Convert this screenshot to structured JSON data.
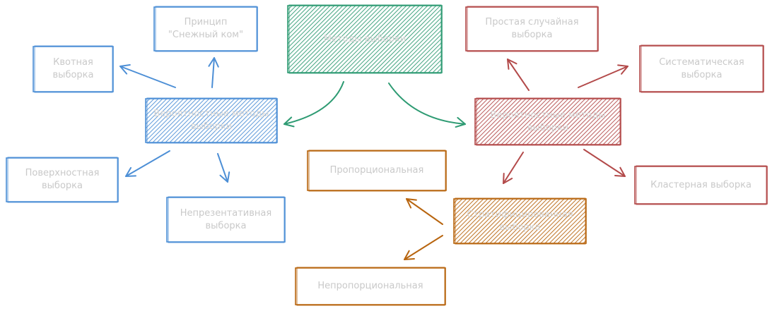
{
  "colors": {
    "green": "#2e9b73",
    "blue": "#4d8fd6",
    "red": "#b34a4a",
    "orange": "#b8650f",
    "text": "#c9c9c9"
  },
  "nodes": {
    "root": "Методы выборки",
    "nonprob": "Вероятностные методы выборки",
    "prob": "Вероятностные методы выборки",
    "snowball": "Принцип\n\"Снежный ком\"",
    "quota": "Квотная\nвыборка",
    "surface": "Поверхностная\nвыборка",
    "nonrep": "Непрезентативная\nвыборка",
    "simple": "Простая случайная\nвыборка",
    "systematic": "Систематическая\nвыборка",
    "cluster": "Кластерная выборка",
    "stratified": "Стратифицированная\nвыборка",
    "proportional": "Пропорциональная",
    "nonproportional": "Непропорциональная"
  }
}
